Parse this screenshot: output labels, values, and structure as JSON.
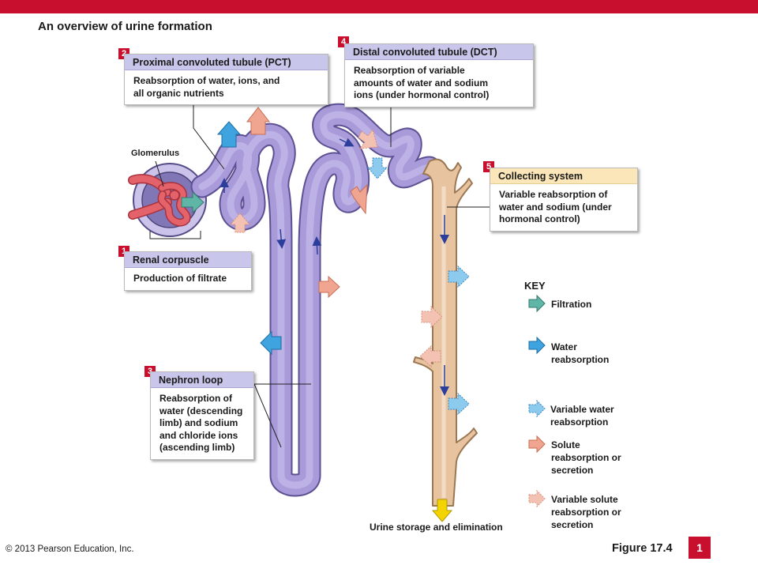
{
  "title": "An overview of urine formation",
  "steps": {
    "pct": {
      "number": "2",
      "heading": "Proximal convoluted tubule (PCT)",
      "text": [
        "Reabsorption of water, ions, and",
        "all organic nutrients"
      ]
    },
    "dct": {
      "number": "4",
      "heading": "Distal convoluted tubule (DCT)",
      "text": [
        "Reabsorption of variable",
        "amounts of water and sodium",
        "ions (under hormonal control)"
      ]
    },
    "collecting": {
      "number": "5",
      "heading": "Collecting system",
      "text": [
        "Variable reabsorption of",
        "water and sodium (under",
        "hormonal control)"
      ]
    },
    "corpuscle": {
      "number": "1",
      "heading": "Renal corpuscle",
      "text": [
        "Production of filtrate"
      ]
    },
    "loop": {
      "number": "3",
      "heading": "Nephron loop",
      "text": [
        "Reabsorption of",
        "water (descending",
        "limb) and sodium",
        "and chloride ions",
        "(ascending limb)"
      ]
    }
  },
  "labels": {
    "glomerulus": "Glomerulus",
    "urine": "Urine storage and elimination"
  },
  "key": {
    "heading": "KEY",
    "items": [
      {
        "label": [
          "Filtration"
        ]
      },
      {
        "label": [
          "Water",
          "reabsorption"
        ]
      },
      {
        "label": [
          "Variable water",
          "reabsorption"
        ]
      },
      {
        "label": [
          "Solute",
          "reabsorption or",
          "secretion"
        ]
      },
      {
        "label": [
          "Variable solute",
          "reabsorption or",
          "secretion"
        ]
      }
    ]
  },
  "colors": {
    "accent_red": "#c8102e",
    "filtration": "#5fb5a6",
    "water": "#3ea3de",
    "variable_water": "#8ccbee",
    "solute": "#f0a590",
    "variable_solute": "#f4c2b2",
    "tubule": "#a99ad9",
    "collecting_duct": "#ddb58e"
  },
  "footer": {
    "copyright": "© 2013 Pearson Education, Inc.",
    "figure": "Figure 17.4",
    "page": "1"
  }
}
